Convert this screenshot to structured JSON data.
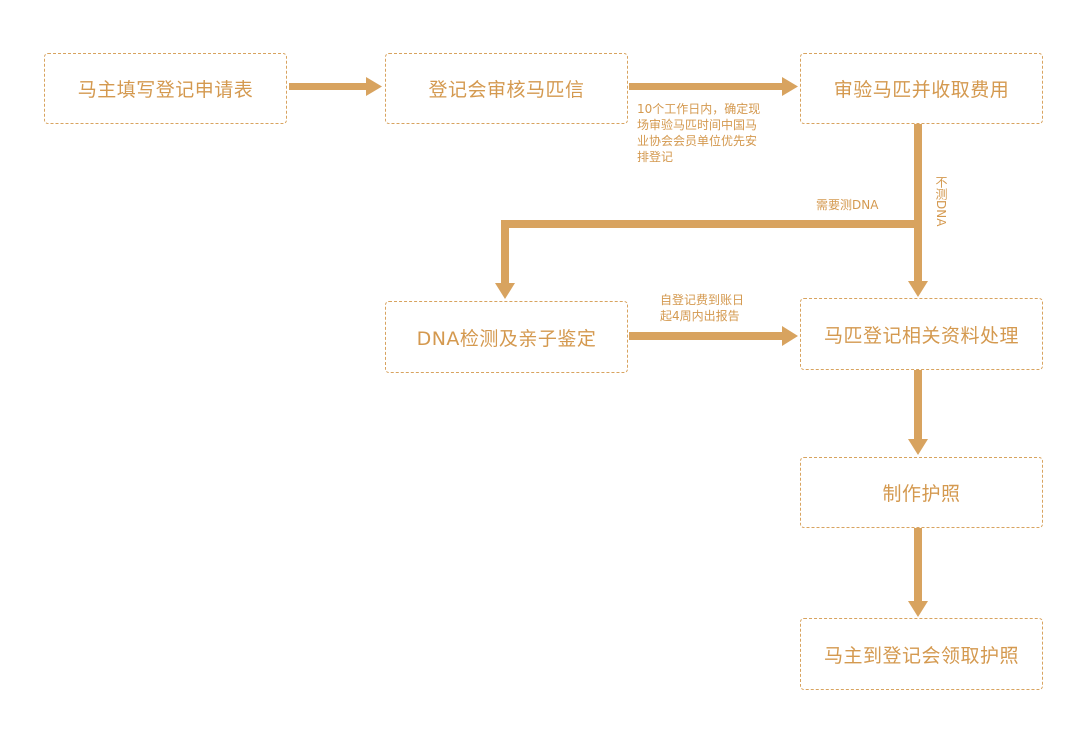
{
  "colors": {
    "accent": "#d8a35f",
    "text": "#d4994f",
    "background": "#ffffff"
  },
  "steps": {
    "fill_form": "马主填写登记申请表",
    "review": "登记会审核马匹信",
    "inspect": "审验马匹并收取费用",
    "dna": "DNA检测及亲子鉴定",
    "process": "马匹登记相关资料处理",
    "passport": "制作护照",
    "collect": "马主到登记会领取护照"
  },
  "notes": {
    "review_to_inspect": [
      "10个工作日内，确定现",
      "场审验马匹时间中国马",
      "业协会会员单位优先安",
      "排登记"
    ],
    "need_dna": "需要测DNA",
    "no_dna": "不测DNA",
    "dna_to_process": [
      "自登记费到账日",
      "起4周内出报告"
    ]
  }
}
